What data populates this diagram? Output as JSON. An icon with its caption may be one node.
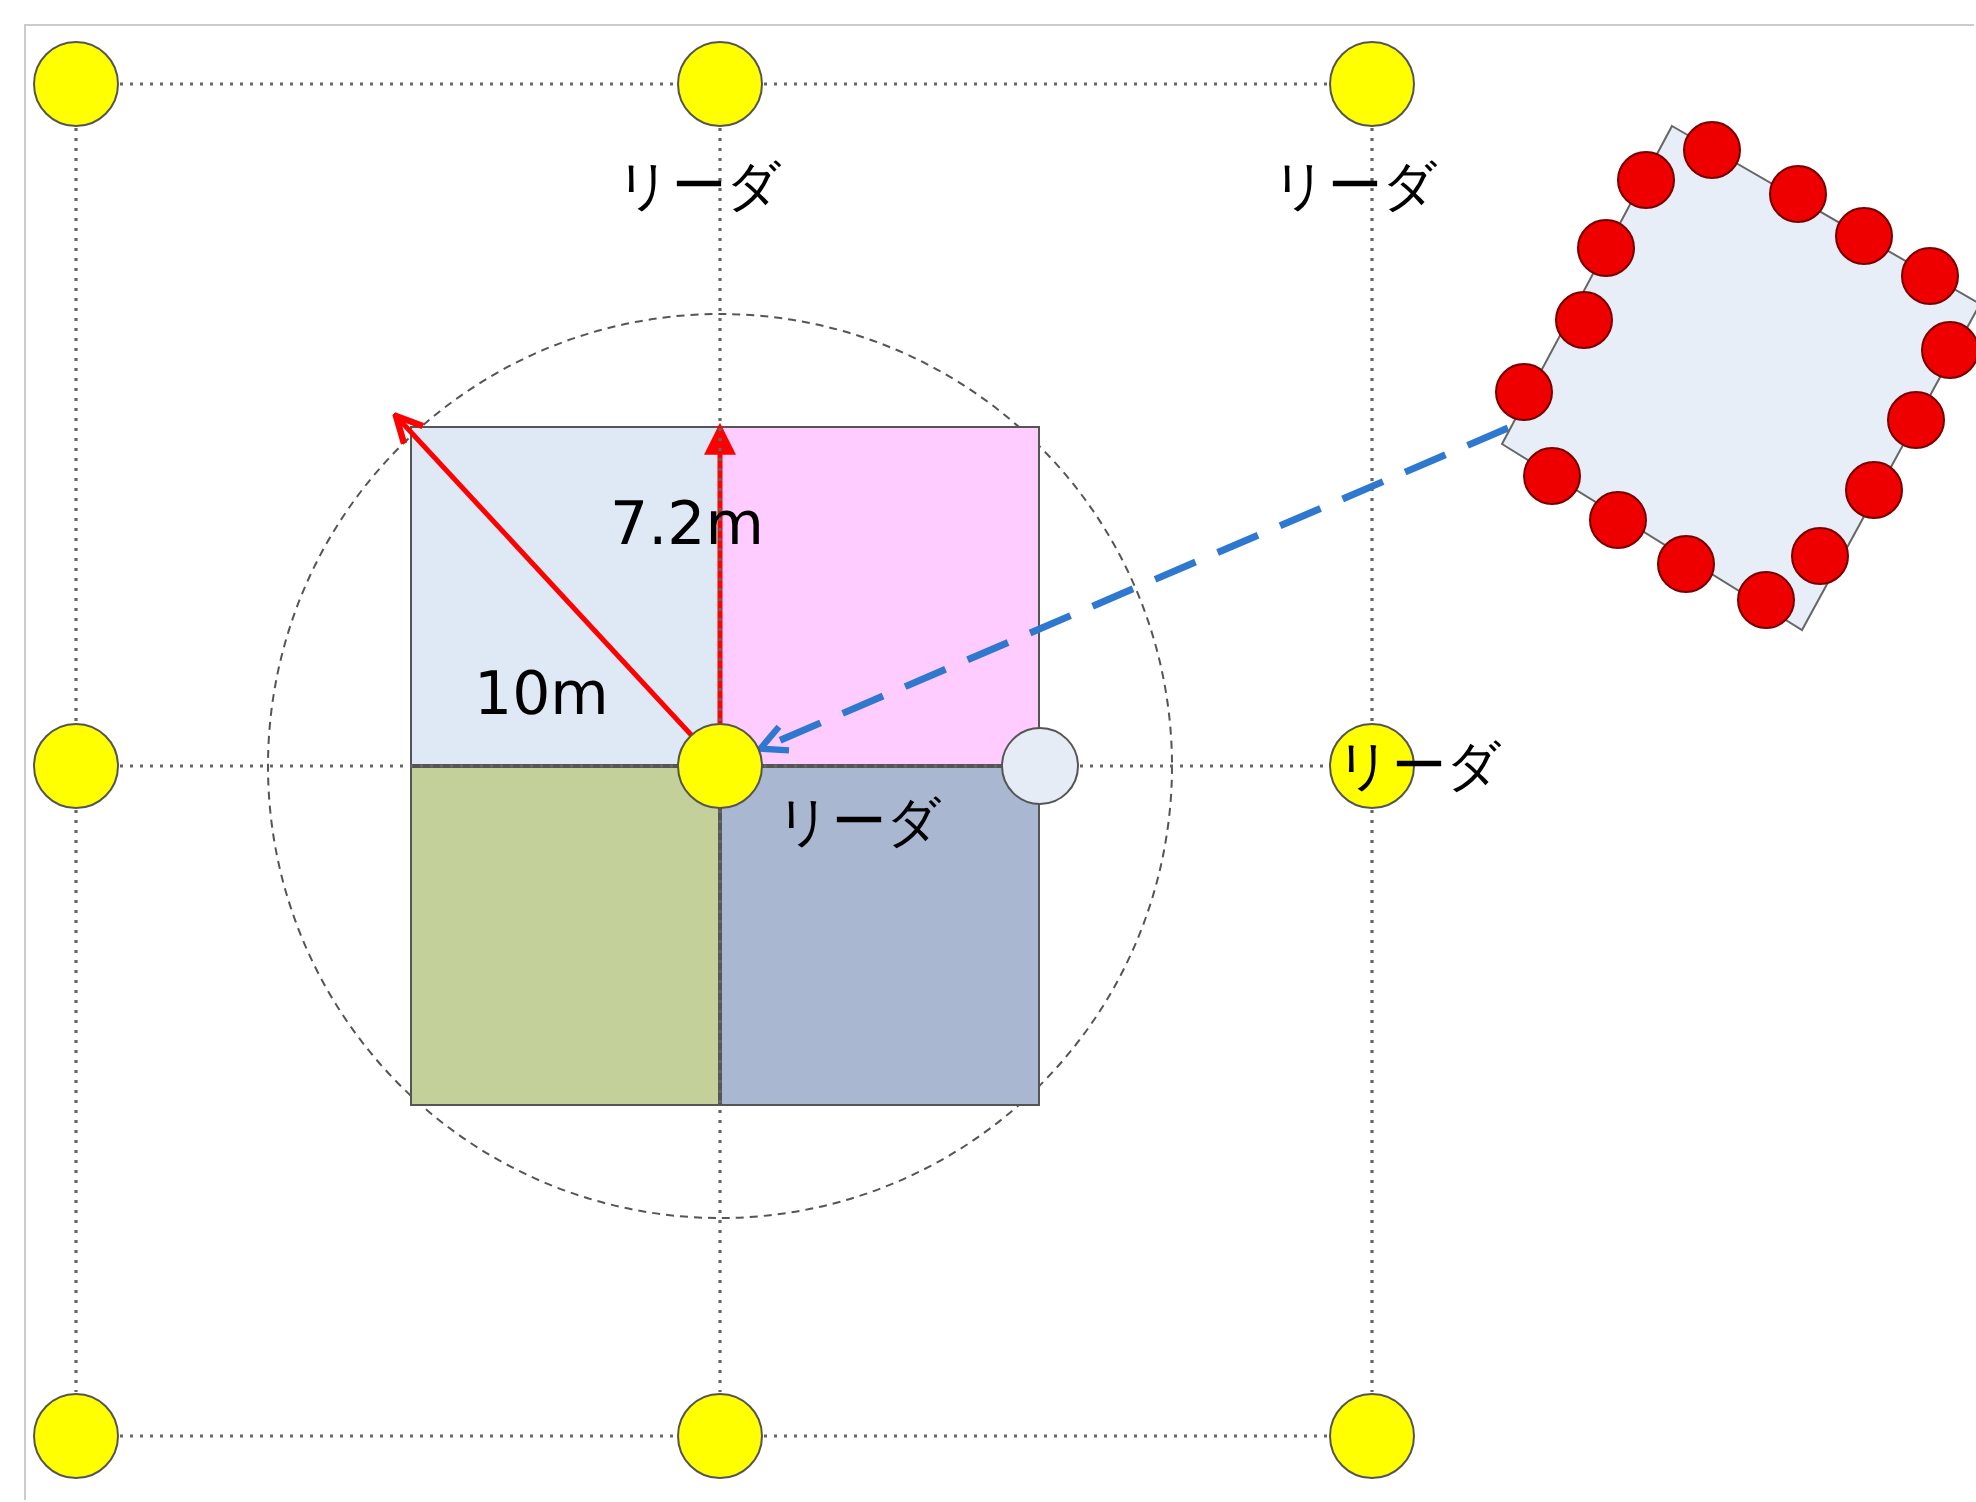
{
  "diagram": {
    "nodes": [
      {
        "text": [],
        "shape": "circle"
      },
      {
        "text": [],
        "shape": "circle",
        "beside": [
          "リーダ"
        ]
      },
      {
        "text": [],
        "shape": "circle",
        "beside": [
          "リーダ"
        ]
      },
      {
        "text": [],
        "shape": "picture"
      },
      {
        "text": [],
        "shape": "circle"
      },
      {
        "text": [],
        "shape": "circle",
        "beside": [
          "リーダ"
        ]
      },
      {
        "text": [],
        "shape": "circle"
      },
      {
        "text": [],
        "shape": "circle",
        "beside": [
          "リーダ"
        ]
      },
      {
        "text": [],
        "shape": "circle"
      },
      {
        "text": [],
        "shape": "circle"
      },
      {
        "text": [],
        "shape": "circle"
      }
    ],
    "edges": [
      {
        "from": 0,
        "to": 1,
        "arrow": "none"
      },
      {
        "from": 1,
        "to": 2,
        "arrow": "none"
      },
      {
        "from": 4,
        "to": 5,
        "arrow": "none"
      },
      {
        "from": 5,
        "to": 6,
        "arrow": "none"
      },
      {
        "from": 6,
        "to": 7,
        "arrow": "none"
      },
      {
        "from": 8,
        "to": 9,
        "arrow": "none"
      },
      {
        "from": 9,
        "to": 10,
        "arrow": "none"
      },
      {
        "from": 0,
        "to": 4,
        "arrow": "none"
      },
      {
        "from": 4,
        "to": 8,
        "arrow": "none"
      },
      {
        "from": 1,
        "to": 5,
        "arrow": "none"
      },
      {
        "from": 5,
        "to": 9,
        "arrow": "none"
      },
      {
        "from": 2,
        "to": 7,
        "arrow": "none"
      },
      {
        "from": 7,
        "to": 10,
        "arrow": "none"
      },
      {
        "from": 3,
        "to": 5,
        "arrow": "to",
        "style": "dashed",
        "color": "#2f78d0"
      }
    ],
    "labels": [
      "7.2m",
      "10m"
    ]
  }
}
